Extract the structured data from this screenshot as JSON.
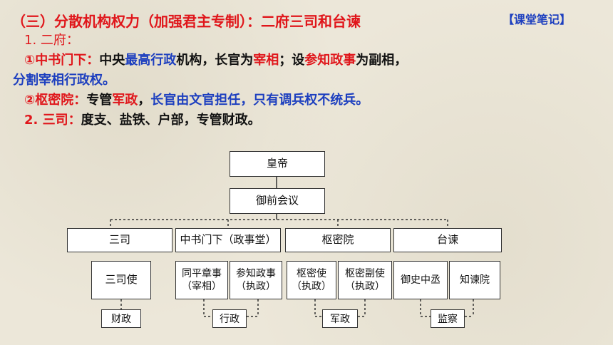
{
  "header": {
    "title": "（三）分散机构权力（加强君主专制）：二府三司和台谏",
    "notes_label": "【课堂笔记】"
  },
  "content": {
    "l1": "1. 二府：",
    "l2_a": "①中书门下：",
    "l2_b": "中央",
    "l2_c": "最高行政",
    "l2_d": "机构，长官为",
    "l2_e": "宰相",
    "l2_f": "；设",
    "l2_g": "参知政事",
    "l2_h": "为副相，",
    "l3": "分割宰相行政权。",
    "l4_a": "②枢密院：",
    "l4_b": "专管",
    "l4_c": "军政",
    "l4_d": "，",
    "l4_e": "长官由文官担任，只有调兵权不统兵。",
    "l5_a": "2. 三司：",
    "l5_b": "度支、盐铁、户部，专管财政。"
  },
  "chart": {
    "emperor": "皇帝",
    "council": "御前会议",
    "sansi": "三司",
    "zhongshu": "中书门下（政事堂）",
    "shumi": "枢密院",
    "taijian": "台谏",
    "sansi_shi": "三司使",
    "tongping_1": "同平章事",
    "tongping_2": "（宰相）",
    "canzhi_1": "参知政事",
    "canzhi_2": "（执政）",
    "shumishi_1": "枢密使",
    "shumishi_2": "（执政）",
    "shumifu_1": "枢密副使",
    "shumifu_2": "（执政）",
    "yushi": "御史中丞",
    "zhijian": "知谏院",
    "tag_caizheng": "财政",
    "tag_xingzheng": "行政",
    "tag_junzheng": "军政",
    "tag_jiancha": "监察"
  }
}
